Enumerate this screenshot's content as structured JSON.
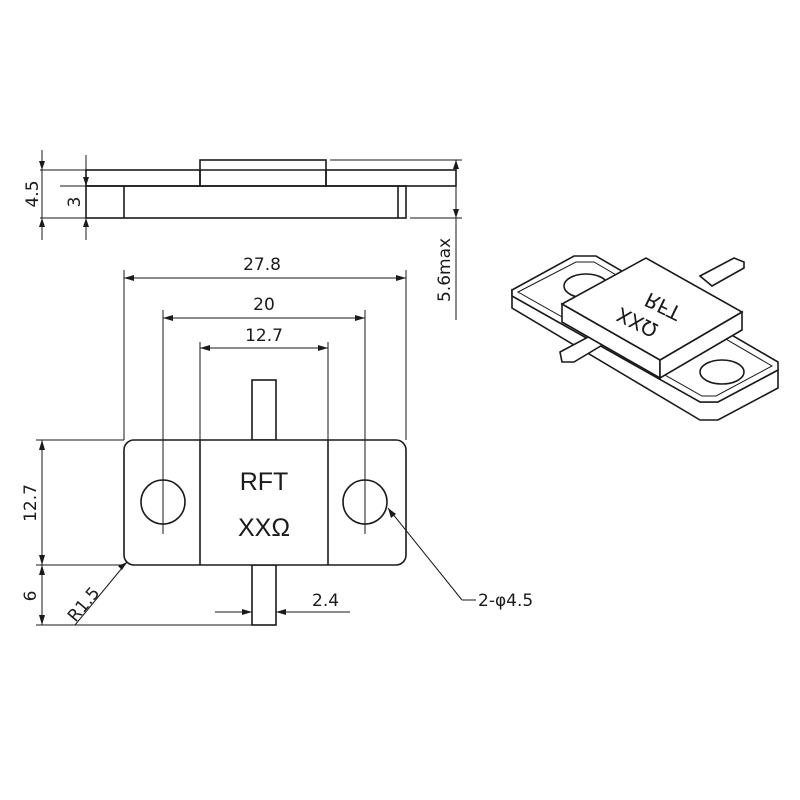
{
  "diagram": {
    "dimensions": {
      "total_width": "27.8",
      "hole_spacing": "20",
      "body_width": "12.7",
      "flange_height": "12.7",
      "lead_length": "6",
      "lead_width": "2.4",
      "corner_radius": "R1.5",
      "holes": "2-φ4.5",
      "total_height": "4.5",
      "flange_thickness": "3",
      "max_height": "5.6max"
    },
    "marking": {
      "line1": "RFT",
      "line2": "XXΩ"
    }
  }
}
